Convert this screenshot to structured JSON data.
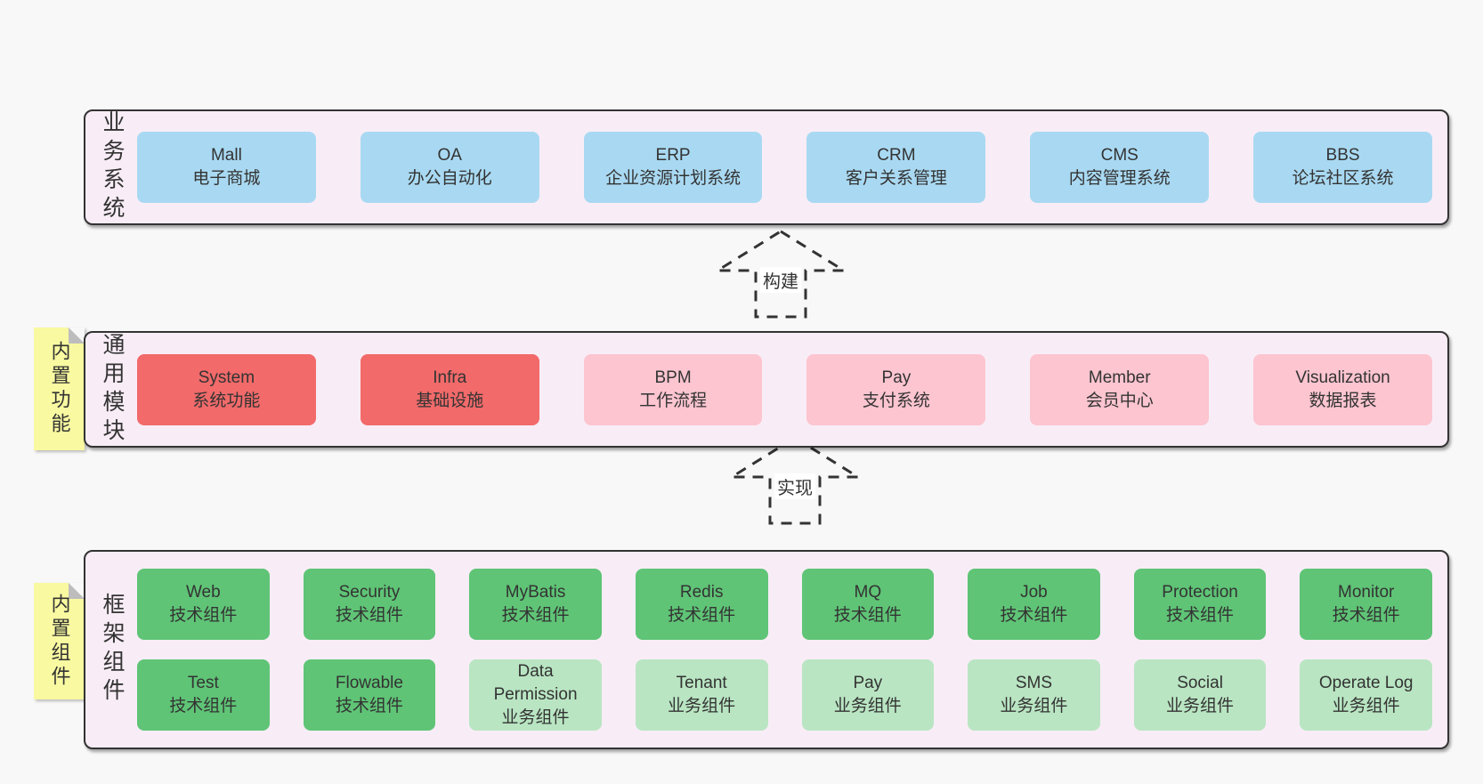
{
  "colors": {
    "page_bg": "#f8f8f8",
    "layer_bg": "#f8edf6",
    "layer_border": "#333333",
    "node_blue": "#a9d9f2",
    "node_red": "#f26a6a",
    "node_pink": "#fcc5d0",
    "node_green": "#5fc476",
    "node_green_light": "#b9e5c2",
    "note_yellow": "#f9f9a1",
    "text": "#333333"
  },
  "arrows": [
    {
      "label": "构建"
    },
    {
      "label": "实现"
    }
  ],
  "layers": [
    {
      "label": "业务系统",
      "note": null,
      "rows": [
        [
          {
            "title": "Mall",
            "subtitle": "电子商城",
            "color": "blue"
          },
          {
            "title": "OA",
            "subtitle": "办公自动化",
            "color": "blue"
          },
          {
            "title": "ERP",
            "subtitle": "企业资源计划系统",
            "color": "blue"
          },
          {
            "title": "CRM",
            "subtitle": "客户关系管理",
            "color": "blue"
          },
          {
            "title": "CMS",
            "subtitle": "内容管理系统",
            "color": "blue"
          },
          {
            "title": "BBS",
            "subtitle": "论坛社区系统",
            "color": "blue"
          }
        ]
      ]
    },
    {
      "label": "通用模块",
      "note": "内置功能",
      "rows": [
        [
          {
            "title": "System",
            "subtitle": "系统功能",
            "color": "red"
          },
          {
            "title": "Infra",
            "subtitle": "基础设施",
            "color": "red"
          },
          {
            "title": "BPM",
            "subtitle": "工作流程",
            "color": "pink"
          },
          {
            "title": "Pay",
            "subtitle": "支付系统",
            "color": "pink"
          },
          {
            "title": "Member",
            "subtitle": "会员中心",
            "color": "pink"
          },
          {
            "title": "Visualization",
            "subtitle": "数据报表",
            "color": "pink"
          }
        ]
      ]
    },
    {
      "label": "框架组件",
      "note": "内置组件",
      "rows": [
        [
          {
            "title": "Web",
            "subtitle": "技术组件",
            "color": "green"
          },
          {
            "title": "Security",
            "subtitle": "技术组件",
            "color": "green"
          },
          {
            "title": "MyBatis",
            "subtitle": "技术组件",
            "color": "green"
          },
          {
            "title": "Redis",
            "subtitle": "技术组件",
            "color": "green"
          },
          {
            "title": "MQ",
            "subtitle": "技术组件",
            "color": "green"
          },
          {
            "title": "Job",
            "subtitle": "技术组件",
            "color": "green"
          },
          {
            "title": "Protection",
            "subtitle": "技术组件",
            "color": "green"
          },
          {
            "title": "Monitor",
            "subtitle": "技术组件",
            "color": "green"
          }
        ],
        [
          {
            "title": "Test",
            "subtitle": "技术组件",
            "color": "green"
          },
          {
            "title": "Flowable",
            "subtitle": "技术组件",
            "color": "green"
          },
          {
            "title": "Data Permission",
            "subtitle": "业务组件",
            "color": "green-light"
          },
          {
            "title": "Tenant",
            "subtitle": "业务组件",
            "color": "green-light"
          },
          {
            "title": "Pay",
            "subtitle": "业务组件",
            "color": "green-light"
          },
          {
            "title": "SMS",
            "subtitle": "业务组件",
            "color": "green-light"
          },
          {
            "title": "Social",
            "subtitle": "业务组件",
            "color": "green-light"
          },
          {
            "title": "Operate Log",
            "subtitle": "业务组件",
            "color": "green-light"
          }
        ]
      ]
    }
  ]
}
